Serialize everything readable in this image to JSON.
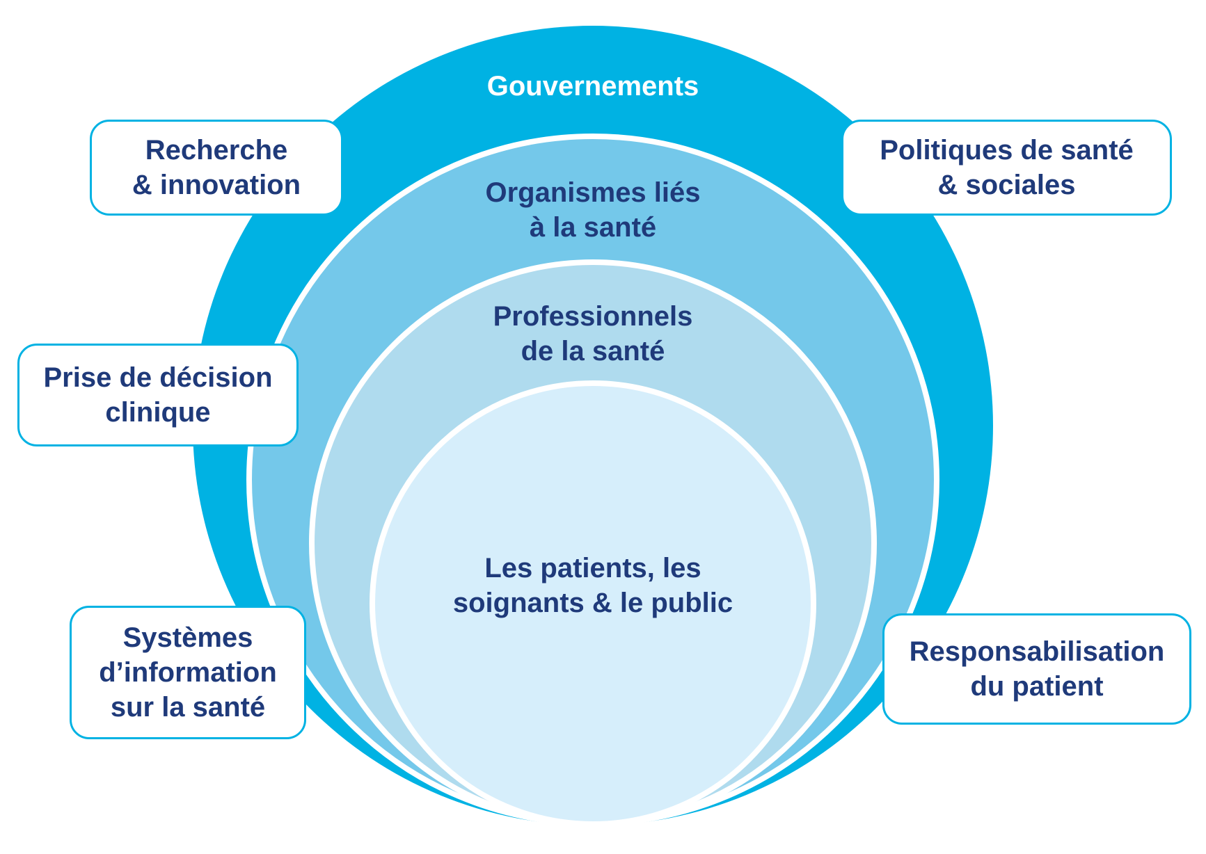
{
  "colors": {
    "outer_ring": "#00b2e3",
    "ring_2": "#74c8ea",
    "ring_3": "#afdbee",
    "core": "#d6eefb",
    "separator": "#ffffff",
    "box_border": "#00b2e3",
    "text_dark": "#1f3a7a",
    "text_light": "#ffffff"
  },
  "rings": {
    "outer": "Gouvernements",
    "ring2": "Organismes liés\nà la santé",
    "ring3": "Professionnels\nde la santé",
    "core": "Les patients, les\nsoignants & le public"
  },
  "boxes": {
    "research": "Recherche\n& innovation",
    "policies": "Politiques de santé\n& sociales",
    "decision": "Prise de décision\nclinique",
    "info_systems": "Systèmes\nd’information\nsur la santé",
    "empowerment": "Responsabilisation\ndu patient"
  }
}
